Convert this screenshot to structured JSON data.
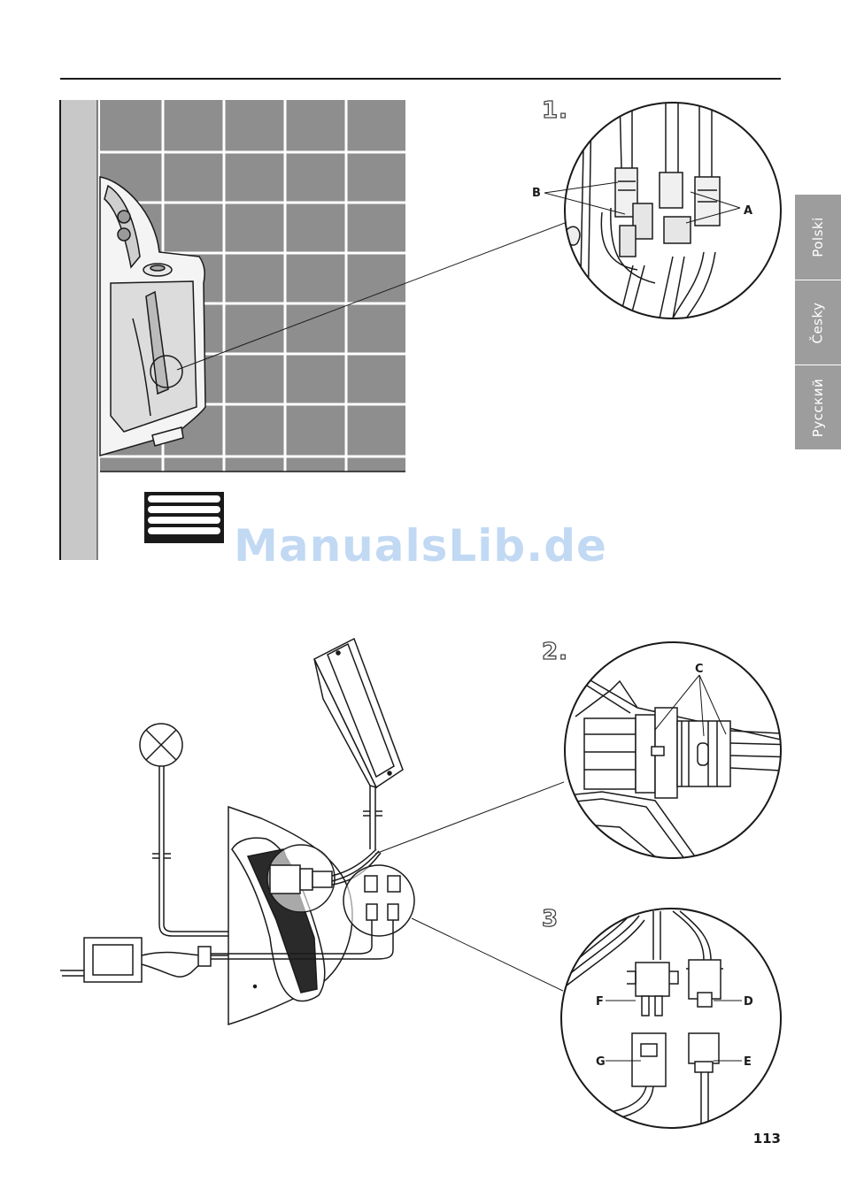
{
  "language_tabs": [
    "Polski",
    "Česky",
    "Русский"
  ],
  "steps": [
    "1.",
    "2.",
    "3"
  ],
  "callouts": {
    "step1": [
      "B",
      "A"
    ],
    "step2": [
      "C"
    ],
    "step3": [
      "F",
      "D",
      "G",
      "E"
    ]
  },
  "watermark": "ManualsLib.de",
  "page_number": "113",
  "colors": {
    "tab_background": "#9d9d9d",
    "tile_grout": "#ffffff",
    "tiles": "#8a8a8a",
    "watermark": "#b8d3f2"
  }
}
